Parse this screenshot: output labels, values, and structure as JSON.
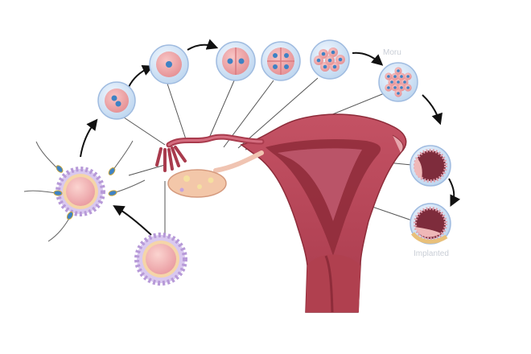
{
  "labels": {
    "morula": "Moru",
    "implanted": "Implanted"
  },
  "stages": [
    {
      "id": "zygote",
      "nuclei": 2
    },
    {
      "id": "one-cell",
      "nuclei": 1
    },
    {
      "id": "two-cell",
      "nuclei": 2
    },
    {
      "id": "four-cell",
      "nuclei": 4
    },
    {
      "id": "eight-cell",
      "nuclei": 8
    },
    {
      "id": "morula",
      "nuclei": 13
    },
    {
      "id": "blastocyst",
      "nuclei": 0
    },
    {
      "id": "implanted-blastocyst",
      "nuclei": 0
    }
  ],
  "colors": {
    "bubble_fill": "#cfe2f5",
    "bubble_stroke": "#9fbbe0",
    "cell_fill": "#f0a8a8",
    "nucleus": "#3e82c4",
    "tissue": "#b7495a",
    "tissue_dark": "#8e2c3a",
    "tissue_light": "#e7a6ad",
    "ovary": "#f3c7a9",
    "corona": "#b79ad8",
    "arrow": "#111111",
    "pointer": "#555555"
  }
}
